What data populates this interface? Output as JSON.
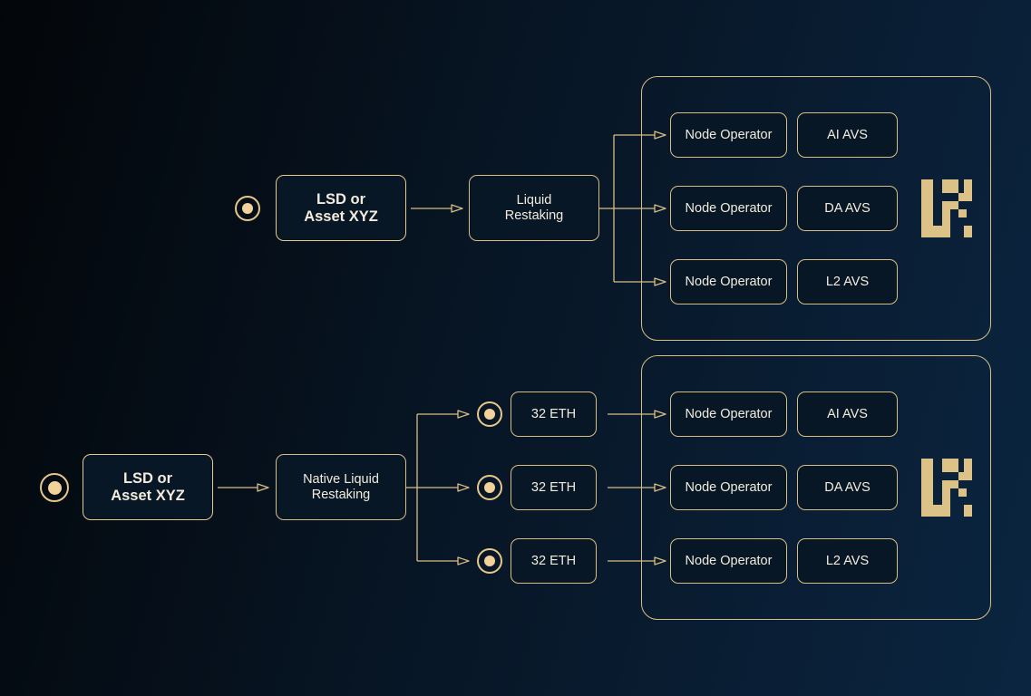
{
  "colors": {
    "accent": "#e6c88a",
    "text": "#f3ecdd",
    "node_fill": "#081726",
    "brand_gold": "#dcc287"
  },
  "icons": {
    "source": "source-icon",
    "brand": "brand-logo-icon"
  },
  "top_flow": {
    "asset_label": "LSD or\nAsset XYZ",
    "restaking_label": "Liquid\nRestaking",
    "rows": [
      {
        "operator": "Node Operator",
        "avs": "AI AVS"
      },
      {
        "operator": "Node Operator",
        "avs": "DA AVS"
      },
      {
        "operator": "Node Operator",
        "avs": "L2 AVS"
      }
    ]
  },
  "bottom_flow": {
    "asset_label": "LSD or\nAsset XYZ",
    "restaking_label": "Native Liquid\nRestaking",
    "rows": [
      {
        "stake": "32 ETH",
        "operator": "Node Operator",
        "avs": "AI AVS"
      },
      {
        "stake": "32 ETH",
        "operator": "Node Operator",
        "avs": "DA AVS"
      },
      {
        "stake": "32 ETH",
        "operator": "Node Operator",
        "avs": "L2 AVS"
      }
    ]
  }
}
